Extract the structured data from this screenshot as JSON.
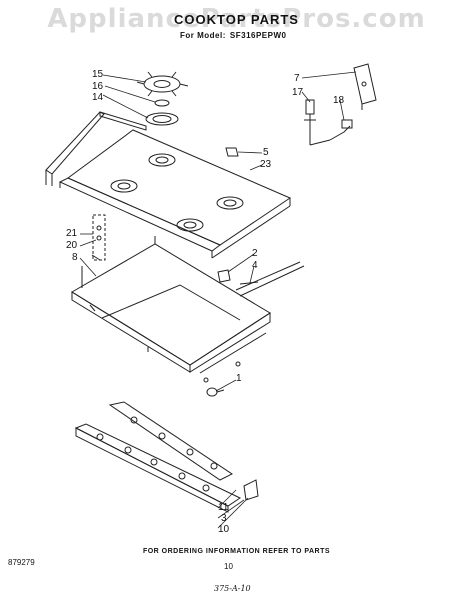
{
  "watermark": "AppliancePartsPros.com",
  "header": {
    "title": "COOKTOP PARTS",
    "model_label": "For Model:",
    "model_number": "SF316PEPW0"
  },
  "callouts": [
    "15",
    "16",
    "14",
    "7",
    "17",
    "18",
    "5",
    "23",
    "21",
    "20",
    "8",
    "2",
    "4",
    "1",
    "11",
    "3",
    "10"
  ],
  "footer": {
    "note": "FOR ORDERING INFORMATION REFER TO PARTS",
    "doc_number": "879279",
    "page_number": "10",
    "handwritten_note": "375-A-10"
  }
}
